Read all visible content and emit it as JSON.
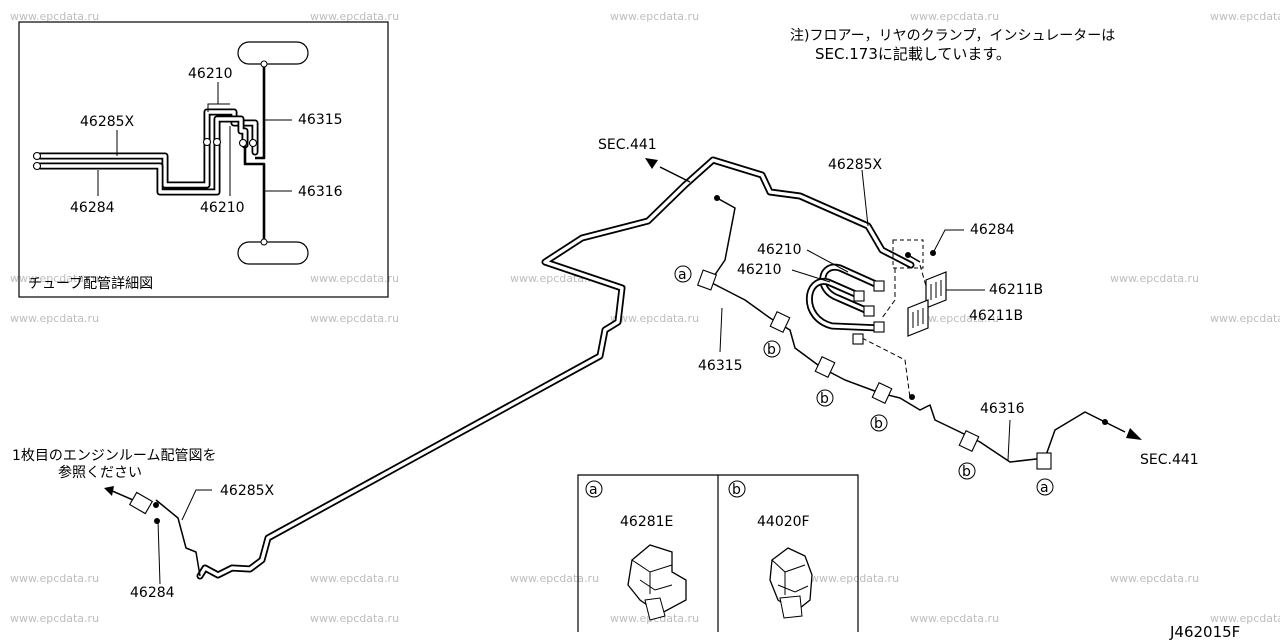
{
  "watermark": "www.epcdata.ru",
  "note": {
    "line1": "注)フロアー，リヤのクランプ，インシュレーターは",
    "line2": "SEC.173に記載しています。"
  },
  "detail_box": {
    "caption": "チューブ配管詳細図",
    "labels": {
      "p46210_top": "46210",
      "p46285x": "46285X",
      "p46315": "46315",
      "p46284": "46284",
      "p46210_bottom": "46210",
      "p46316": "46316"
    }
  },
  "main": {
    "sec441_top": "SEC.441",
    "sec441_right": "SEC.441",
    "p46285x_top": "46285X",
    "p46284_top": "46284",
    "p46210_a": "46210",
    "p46210_b": "46210",
    "p46211b_a": "46211B",
    "p46211b_b": "46211B",
    "p46315": "46315",
    "p46316": "46316",
    "p46285x_bottom": "46285X",
    "p46284_bottom": "46284",
    "engine_ref_line1": "1枚目のエンジンルーム配管図を",
    "engine_ref_line2": "参照ください"
  },
  "markers": {
    "a": "a",
    "b": "b"
  },
  "legend": {
    "a": {
      "marker": "a",
      "part": "46281E"
    },
    "b": {
      "marker": "b",
      "part": "44020F"
    }
  },
  "diagram_id": "J462015F"
}
